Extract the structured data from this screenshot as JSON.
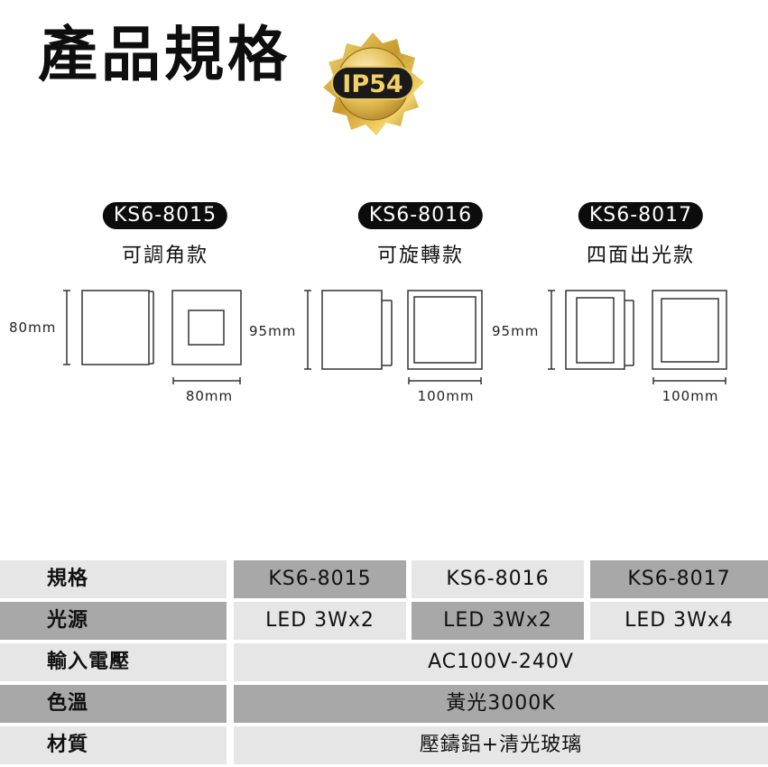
{
  "header": {
    "title": "產品規格",
    "badge_text": "IP54"
  },
  "variants": [
    {
      "model": "KS6-8015",
      "label": "可調角款",
      "height_dim": "80mm",
      "width_dim": "80mm"
    },
    {
      "model": "KS6-8016",
      "label": "可旋轉款",
      "height_dim": "95mm",
      "width_dim": "100mm"
    },
    {
      "model": "KS6-8017",
      "label": "四面出光款",
      "height_dim": "95mm",
      "width_dim": "100mm"
    }
  ],
  "spec_table": {
    "rows": [
      {
        "label": "規格",
        "cells": [
          "KS6-8015",
          "KS6-8016",
          "KS6-8017"
        ]
      },
      {
        "label": "光源",
        "cells": [
          "LED 3Wx2",
          "LED 3Wx2",
          "LED 3Wx4"
        ]
      },
      {
        "label": "輸入電壓",
        "value": "AC100V-240V"
      },
      {
        "label": "色溫",
        "value": "黃光3000K"
      },
      {
        "label": "材質",
        "value": "壓鑄鋁+清光玻璃"
      }
    ]
  },
  "colors": {
    "gold": "#c9a233",
    "pill_bg": "#0c0c0c",
    "row_light": "#e6e6e6",
    "row_dark": "#a8a8a8"
  }
}
